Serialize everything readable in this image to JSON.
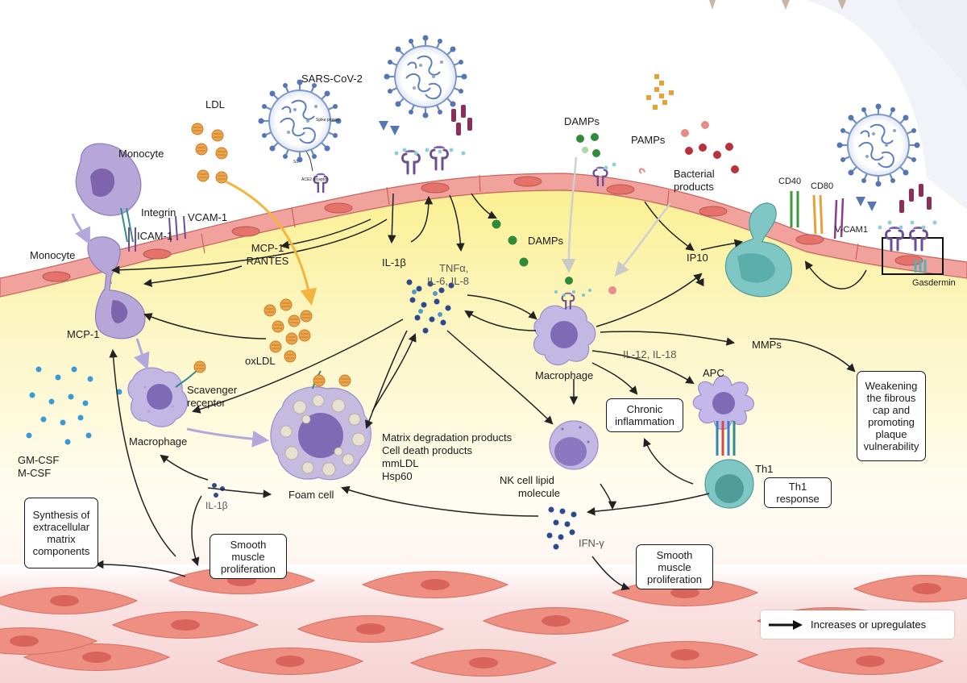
{
  "labels": {
    "sars": "SARS-CoV-2",
    "ldl": "LDL",
    "monocyte_top": "Monocyte",
    "integrin": "Integrin",
    "icam": "ICAM-1",
    "vcam": "VCAM-1",
    "monocyte_left": "Monocyte",
    "mcp1_rantes_1": "MCP-1",
    "mcp1_rantes_2": "RANTES",
    "mcp1_left": "MCP-1",
    "il1b_top": "IL-1β",
    "tnfa_1": "TNFα,",
    "tnfa_2": "IL-6, IL-8",
    "damps_top": "DAMPs",
    "damps_mid": "DAMPs",
    "pamps": "PAMPs",
    "bacterial_1": "Bacterial",
    "bacterial_2": "products",
    "cd40": "CD40",
    "cd80": "CD80",
    "vcam1_right": "V-CAM1",
    "ip10": "IP10",
    "gasdermin": "Gasdermin",
    "oxldl": "oxLDL",
    "scavenger_1": "Scavenger",
    "scavenger_2": "receptor",
    "macrophage_left": "Macrophage",
    "gmcsf": "GM-CSF",
    "mcsf": "M-CSF",
    "foam_cell": "Foam cell",
    "il1b_bottom": "IL-1β",
    "matrix_1": "Matrix degradation products",
    "matrix_2": "Cell death products",
    "matrix_3": "mmLDL",
    "matrix_4": "Hsp60",
    "macrophage_center": "Macrophage",
    "il12": "IL-12, IL-18",
    "mmps": "MMPs",
    "apc": "APC",
    "th1": "Th1",
    "nk_1": "NK cell lipid",
    "nk_2": "molecule",
    "ifng": "IFN-γ",
    "spike": "Spike protein",
    "ace2": "ACE2 receptor",
    "s1": "S1"
  },
  "boxes": {
    "synthesis": "Synthesis of extracellular matrix components",
    "smooth_left": "Smooth muscle proliferation",
    "smooth_right": "Smooth muscle proliferation",
    "chronic": "Chronic inflammation",
    "th1_response": "Th1 response",
    "weakening": "Weakening the fibrous cap and promoting plaque vulnerability"
  },
  "legend": {
    "text": "Increases or upregulates"
  },
  "colors": {
    "endothelium": "#f2a29c",
    "endothelium_edge": "#c8625c",
    "intima": "#fbf3a8",
    "smooth_muscle": "#ec8a7c",
    "monocyte": "#b6a5d6",
    "macrophage": "#c3b7e4",
    "virus": "#7c9ac6",
    "ldl": "#e89a44",
    "apc": "#c4b8ea",
    "th1": "#7fc7c4",
    "arrow": "#222222"
  }
}
